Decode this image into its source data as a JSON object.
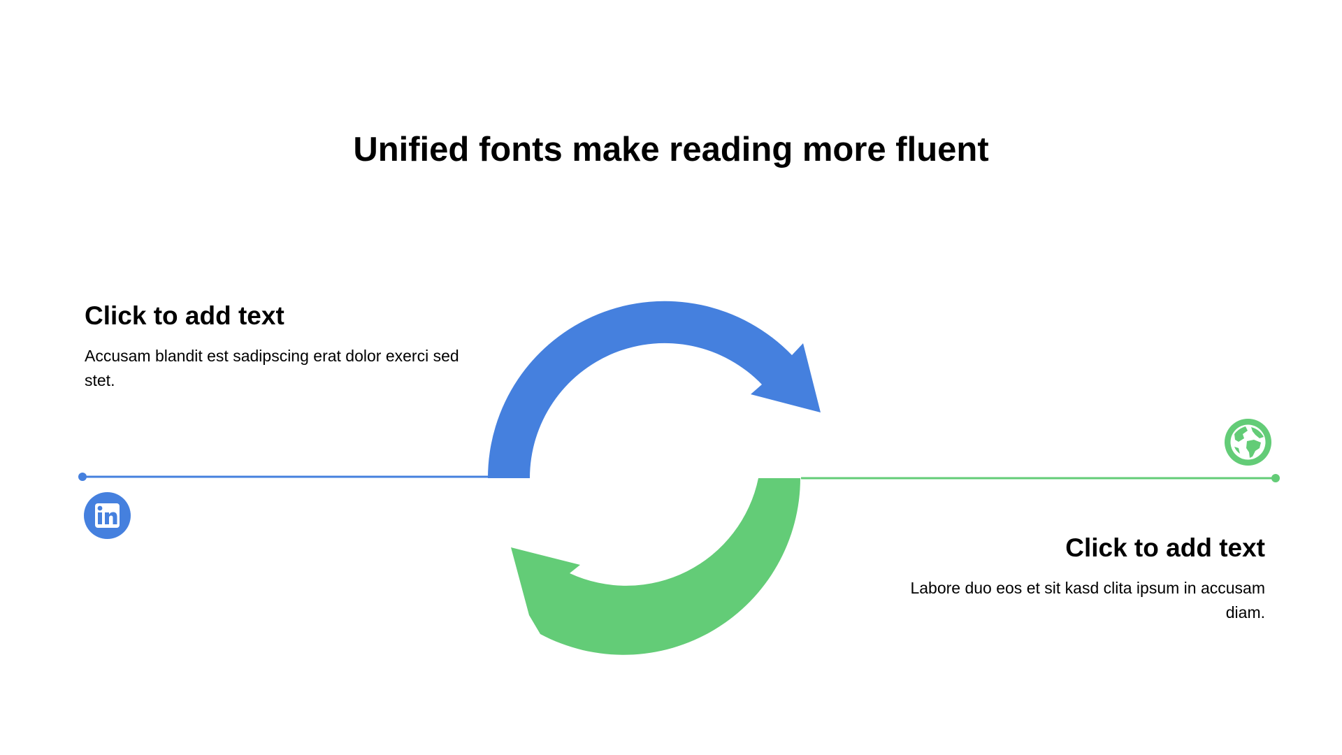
{
  "title": "Unified fonts make reading more fluent",
  "colors": {
    "blue": "#4580de",
    "green": "#63cc77",
    "text": "#000000",
    "background": "#ffffff"
  },
  "left_item": {
    "heading": "Click to add text",
    "body": "Accusam blandit est sadipscing erat dolor exerci sed stet.",
    "icon": "linkedin-icon",
    "color": "#4580de"
  },
  "right_item": {
    "heading": "Click to add text",
    "body": "Labore duo eos et sit kasd clita ipsum in accusam diam.",
    "icon": "globe-icon",
    "color": "#63cc77"
  }
}
